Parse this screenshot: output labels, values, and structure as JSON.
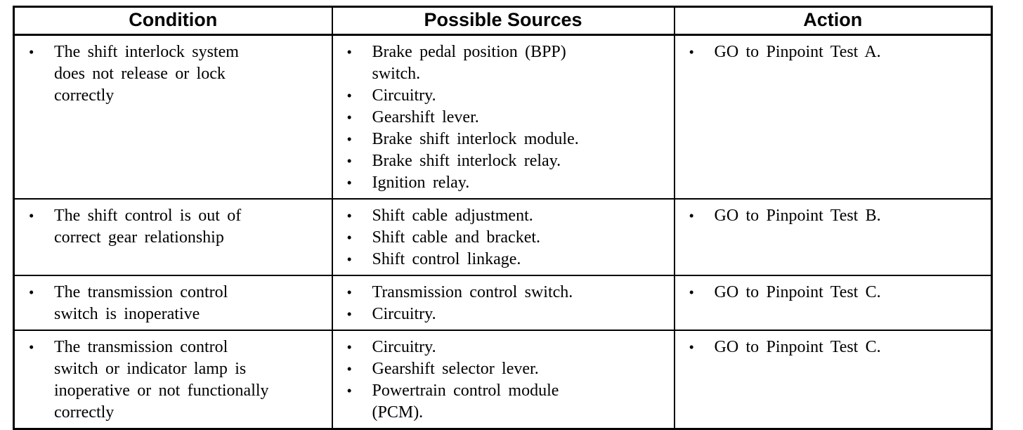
{
  "bullet": "•",
  "table": {
    "headers": {
      "condition": "Condition",
      "sources": "Possible Sources",
      "action": "Action"
    },
    "rows": [
      {
        "condition": "The shift interlock system\ndoes not release or lock\ncorrectly",
        "sources": [
          "Brake pedal position (BPP)\nswitch.",
          "Circuitry.",
          "Gearshift lever.",
          "Brake shift interlock module.",
          "Brake shift interlock relay.",
          "Ignition relay."
        ],
        "action": "GO to Pinpoint Test A."
      },
      {
        "condition": "The shift control is out of\ncorrect gear relationship",
        "sources": [
          "Shift cable adjustment.",
          "Shift cable and bracket.",
          "Shift control linkage."
        ],
        "action": "GO to Pinpoint Test B."
      },
      {
        "condition": "The transmission control\nswitch is inoperative",
        "sources": [
          "Transmission control switch.",
          "Circuitry."
        ],
        "action": "GO to Pinpoint Test C."
      },
      {
        "condition": "The transmission control\nswitch or indicator lamp is\ninoperative or not functionally\ncorrectly",
        "sources": [
          "Circuitry.",
          "Gearshift selector lever.",
          "Powertrain control module\n(PCM)."
        ],
        "action": "GO to Pinpoint Test C."
      }
    ]
  }
}
